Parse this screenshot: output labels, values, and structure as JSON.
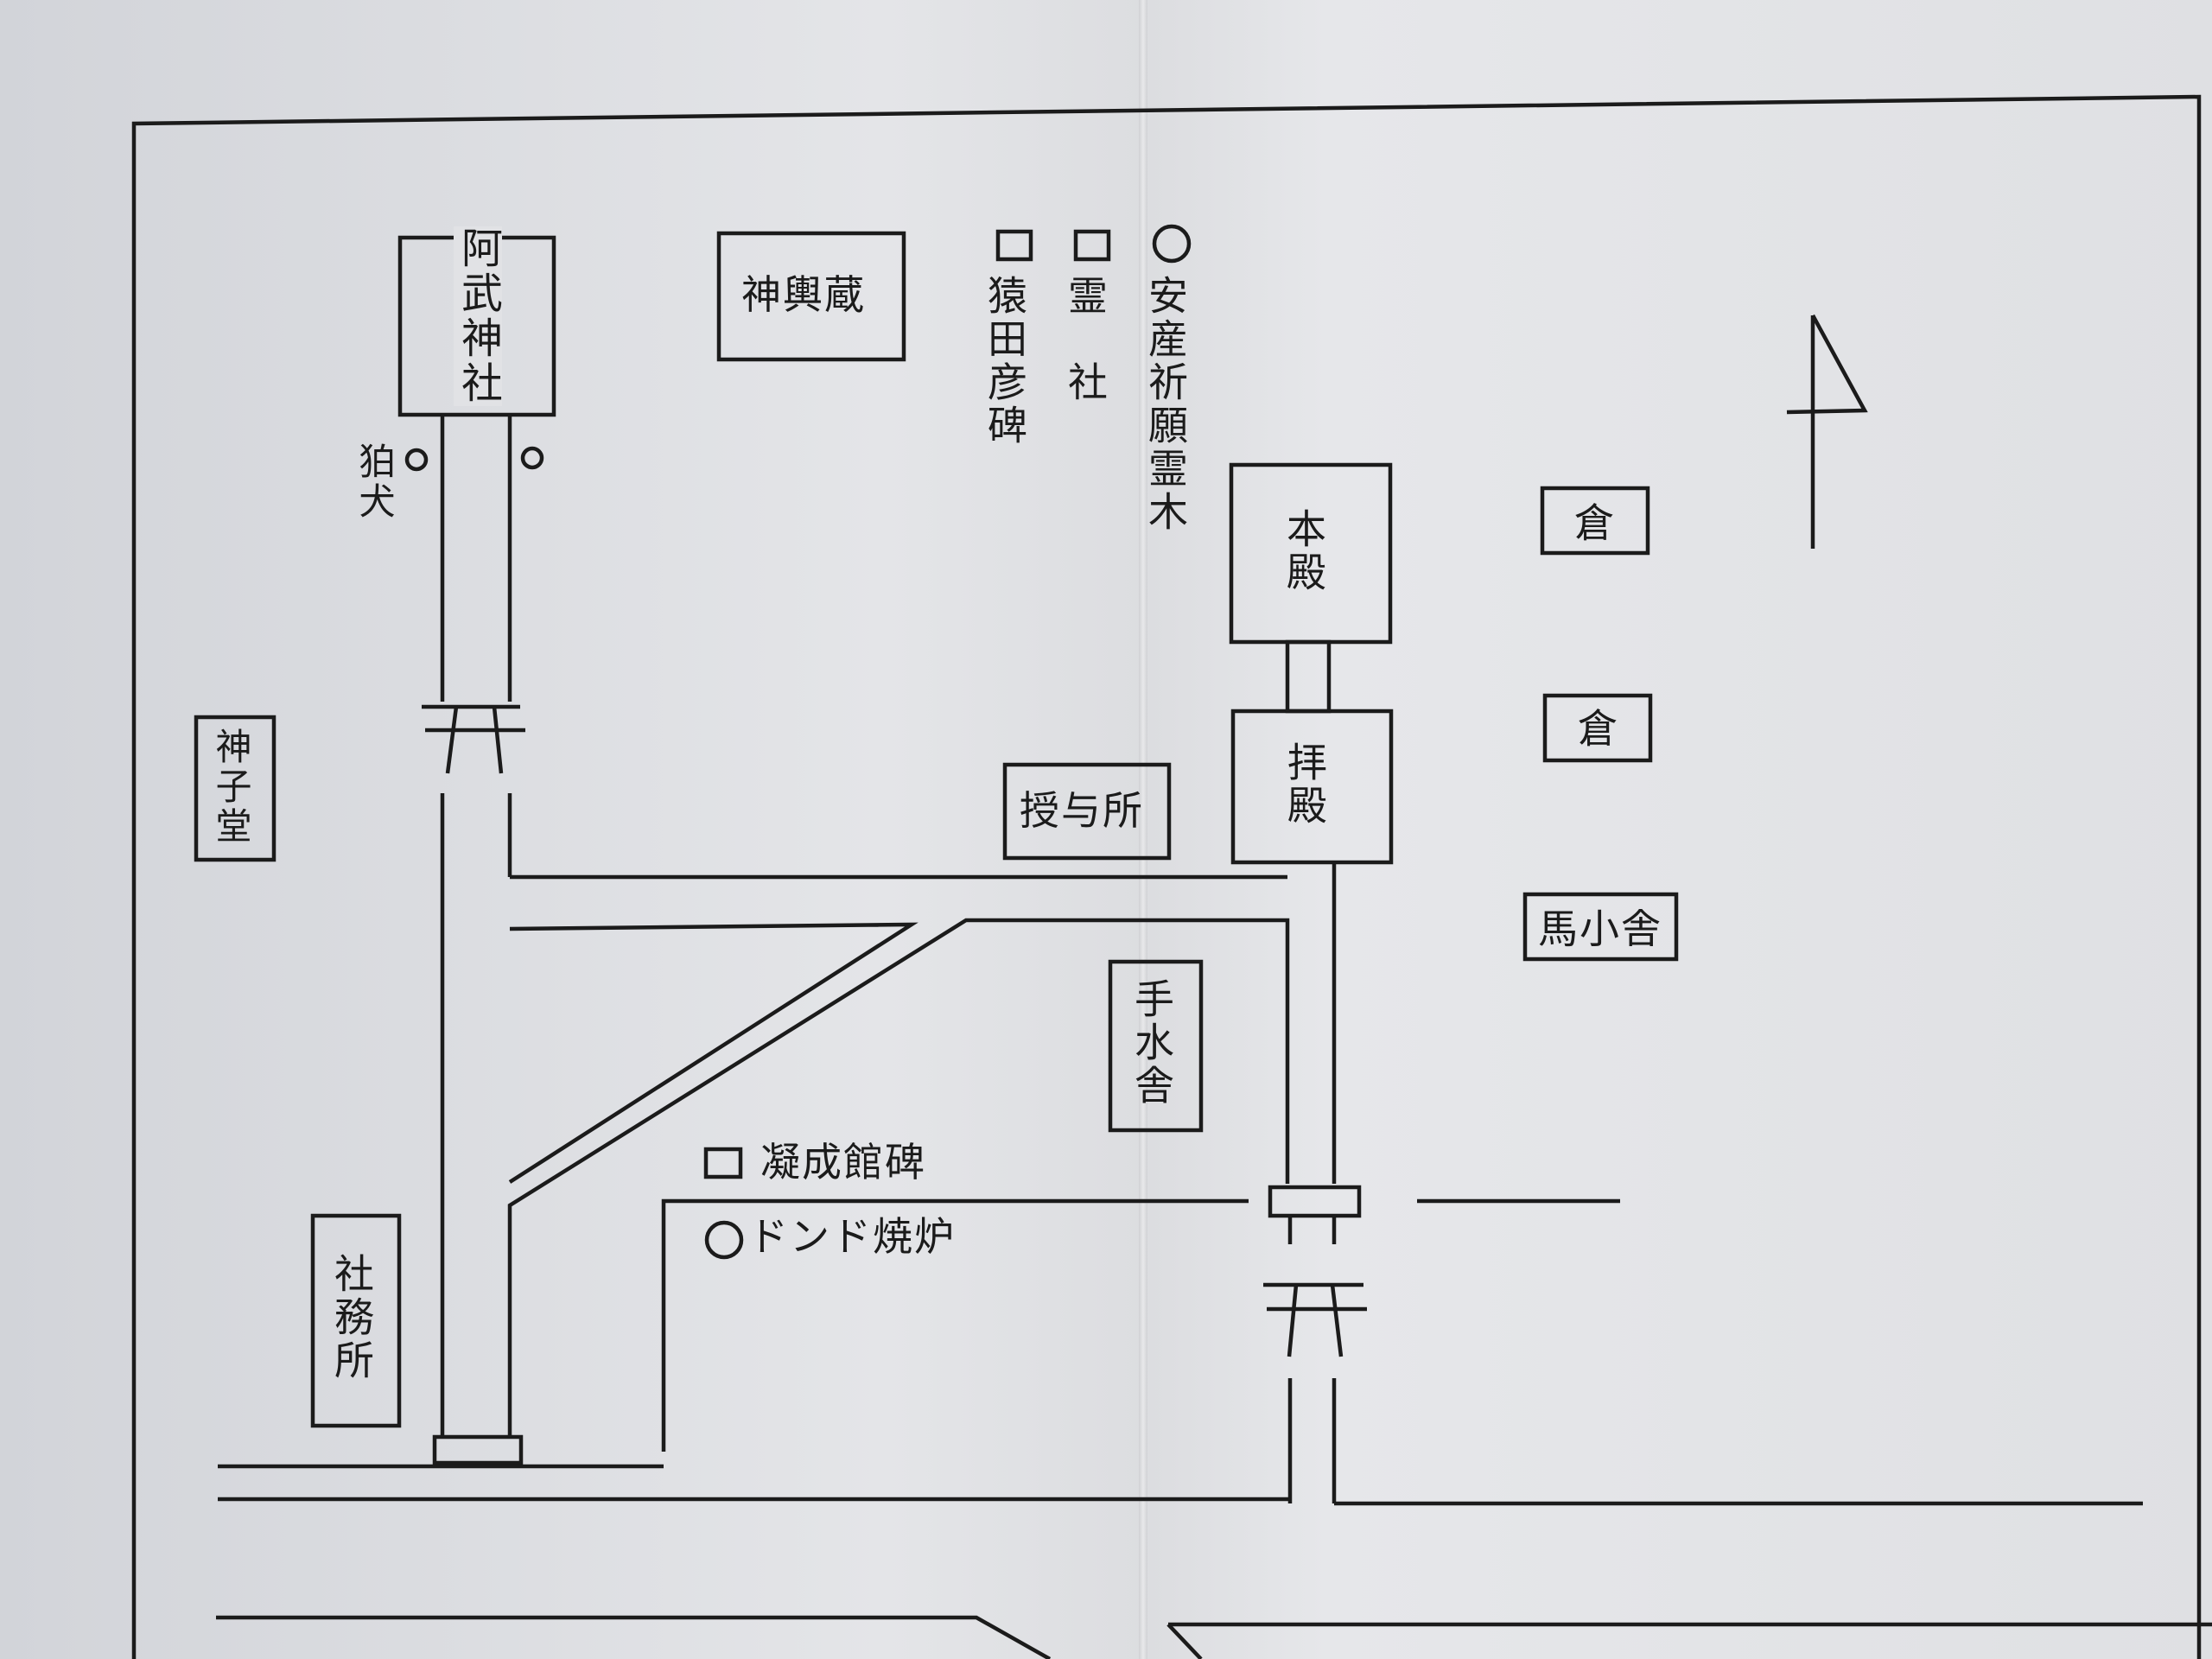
{
  "map": {
    "shrine_name": "阿武神社",
    "buildings": {
      "mikoshigura": "神輿蔵",
      "honden": "本殿",
      "haiden": "拝殿",
      "juyosho": "授与所",
      "kagurado": "神子堂",
      "shamusho": "社務所",
      "temizusha": "手水舎",
      "kura_1": "倉",
      "kura_2": "倉",
      "umagoya": "馬小舎"
    },
    "markers": {
      "komainu": "狛犬",
      "sarutahiko": "猿田彦碑",
      "reisha": "霊　社",
      "anzan_tree": "安産祈願霊木",
      "gyoseikan": "凝成館碑",
      "dondo": "ドンド焼炉"
    },
    "legend_symbols": {
      "monument": "□",
      "tree": "○"
    },
    "north_arrow_icon": "north-arrow-icon",
    "torii_icon": "torii-gate-icon"
  }
}
